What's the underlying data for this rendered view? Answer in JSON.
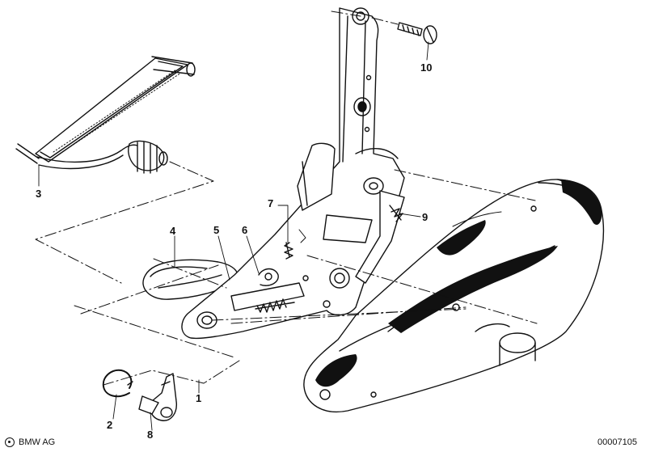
{
  "callouts": {
    "c1": "1",
    "c2": "2",
    "c3": "3",
    "c4": "4",
    "c5": "5",
    "c6": "6",
    "c7": "7",
    "c8": "8",
    "c9": "9",
    "c10": "10"
  },
  "footer": {
    "copyright": "BMW AG",
    "diagram_number": "00007105"
  }
}
